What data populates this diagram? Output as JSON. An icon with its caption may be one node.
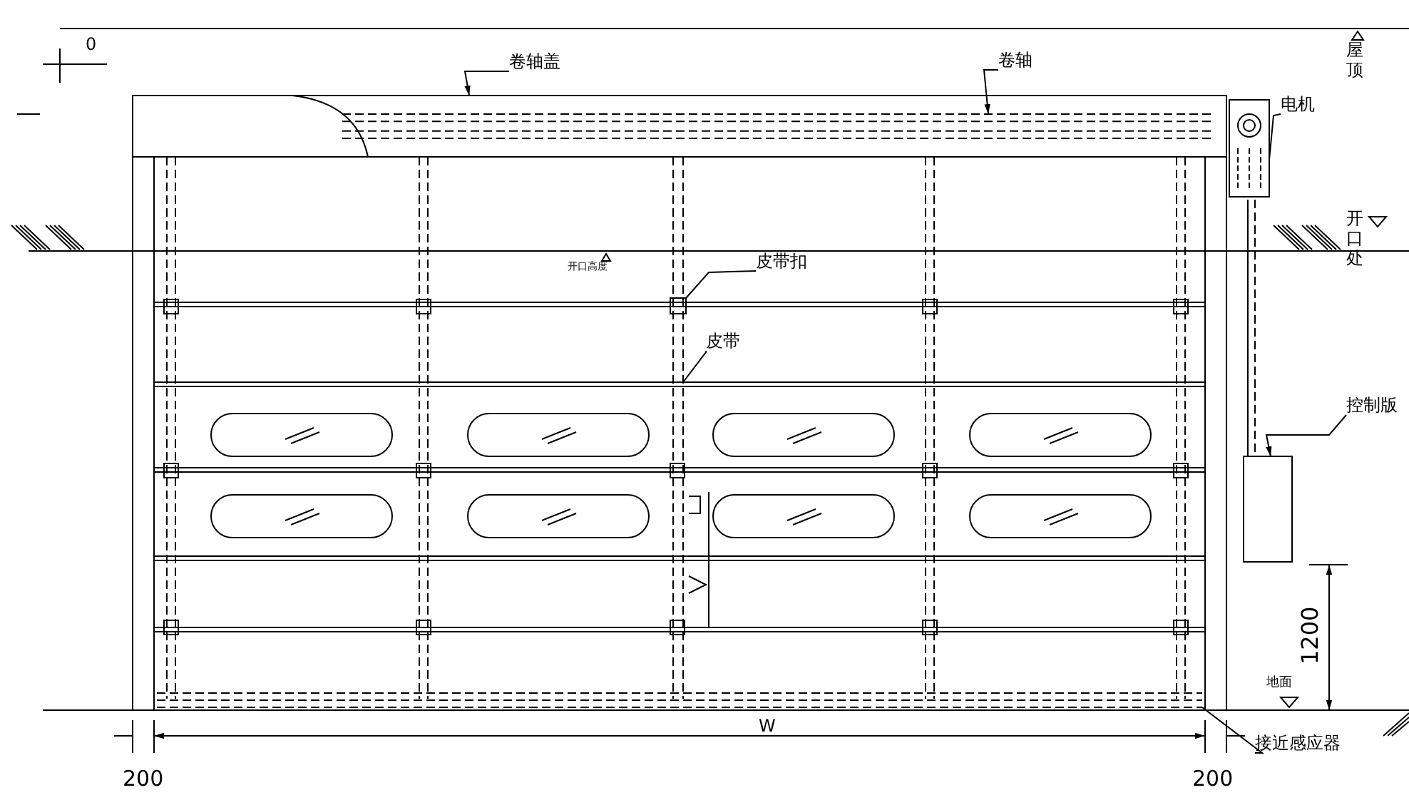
{
  "diagram": {
    "nodes": [
      {
        "text": [
          "卷轴盖"
        ]
      },
      {
        "text": [
          "卷轴"
        ]
      },
      {
        "text": [
          "电机"
        ]
      },
      {
        "text": [
          "皮带扣"
        ]
      },
      {
        "text": [
          "皮带"
        ]
      },
      {
        "text": [
          "控制版"
        ]
      },
      {
        "text": [
          "接近感应器"
        ]
      },
      {
        "text": [],
        "shape": "box"
      },
      {
        "text": [],
        "shape": "cylinder",
        "in": 7
      },
      {
        "text": [],
        "shape": "picture"
      },
      {
        "text": [],
        "shape": "box"
      },
      {
        "text": [],
        "shape": "bar"
      },
      {
        "text": [],
        "shape": "box"
      },
      {
        "text": [],
        "shape": "bar"
      }
    ],
    "edges": [
      {
        "from": 0,
        "to": 7,
        "arrow": "to"
      },
      {
        "from": 1,
        "to": 8,
        "arrow": "to"
      },
      {
        "from": 2,
        "to": 9,
        "arrow": "none"
      },
      {
        "from": 3,
        "to": 10,
        "arrow": "none"
      },
      {
        "from": 4,
        "to": 11,
        "arrow": "none"
      },
      {
        "from": 5,
        "to": 12,
        "arrow": "to"
      },
      {
        "from": 6,
        "to": 13,
        "arrow": "none"
      }
    ],
    "labels": [
      "0",
      "屋顶",
      "开口处",
      "开口高度",
      "地面",
      "1200",
      "W",
      "200",
      "200"
    ]
  }
}
